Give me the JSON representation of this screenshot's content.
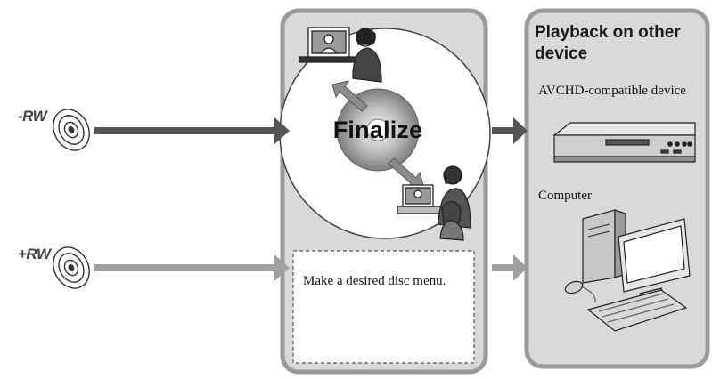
{
  "disc_types": [
    {
      "label": "-RW",
      "arrow_color": "#555555"
    },
    {
      "label": "+RW",
      "arrow_color": "#a0a0a0"
    }
  ],
  "center_panel": {
    "action_label": "Finalize",
    "option_text": "Make a desired disc menu."
  },
  "right_panel": {
    "title": "Playback on other device",
    "devices": [
      {
        "label": "AVCHD-compatible device",
        "icon": "dvd-player-icon"
      },
      {
        "label": "Computer",
        "icon": "desktop-computer-icon"
      }
    ]
  },
  "colors": {
    "panel_fill": "#d9d9d9",
    "panel_border": "#9a9a9a",
    "dark_arrow": "#555555",
    "light_arrow": "#a0a0a0"
  }
}
